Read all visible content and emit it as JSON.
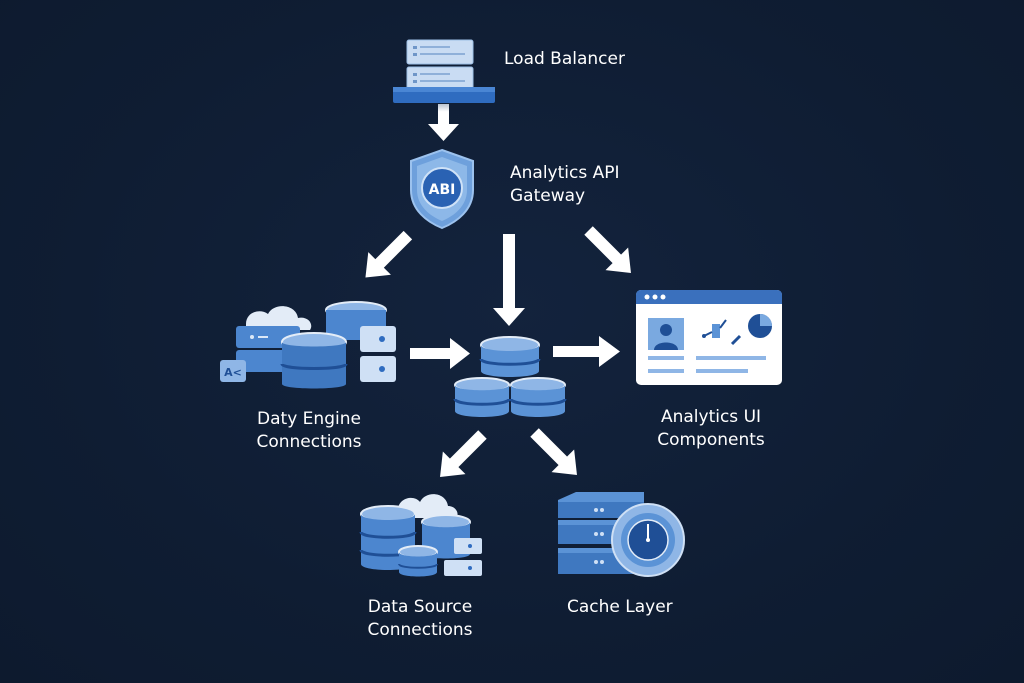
{
  "diagram": {
    "type": "architecture-flow",
    "nodes": {
      "load_balancer": {
        "label": "Load Balancer",
        "icon": "server-stack-icon"
      },
      "api_gateway": {
        "label_line1": "Analytics API",
        "label_line2": "Gateway",
        "icon": "shield-icon",
        "badge_text": "ABI"
      },
      "query_engine": {
        "label_line1": "Daty Engine",
        "label_line2": "Connections",
        "icon": "database-cluster-icon",
        "badge_text": "A<"
      },
      "central_store": {
        "icon": "database-stack-icon"
      },
      "ui_components": {
        "label_line1": "Analytics UI",
        "label_line2": "Components",
        "icon": "browser-window-icon"
      },
      "data_sources": {
        "label_line1": "Data Source",
        "label_line2": "Connections",
        "icon": "database-cloud-icon"
      },
      "cache_layer": {
        "label": "Cache Layer",
        "icon": "server-clock-icon"
      }
    },
    "edges": [
      {
        "from": "load_balancer",
        "to": "api_gateway"
      },
      {
        "from": "api_gateway",
        "to": "query_engine"
      },
      {
        "from": "api_gateway",
        "to": "central_store"
      },
      {
        "from": "api_gateway",
        "to": "ui_components"
      },
      {
        "from": "query_engine",
        "to": "central_store"
      },
      {
        "from": "central_store",
        "to": "ui_components"
      },
      {
        "from": "central_store",
        "to": "data_sources"
      },
      {
        "from": "central_store",
        "to": "cache_layer"
      }
    ],
    "colors": {
      "background": "#0f1d33",
      "primary_blue": "#3f78c0",
      "light_blue": "#8fb6e6",
      "dark_blue": "#1f4f96",
      "arrow": "#ffffff",
      "text": "#ffffff"
    }
  }
}
